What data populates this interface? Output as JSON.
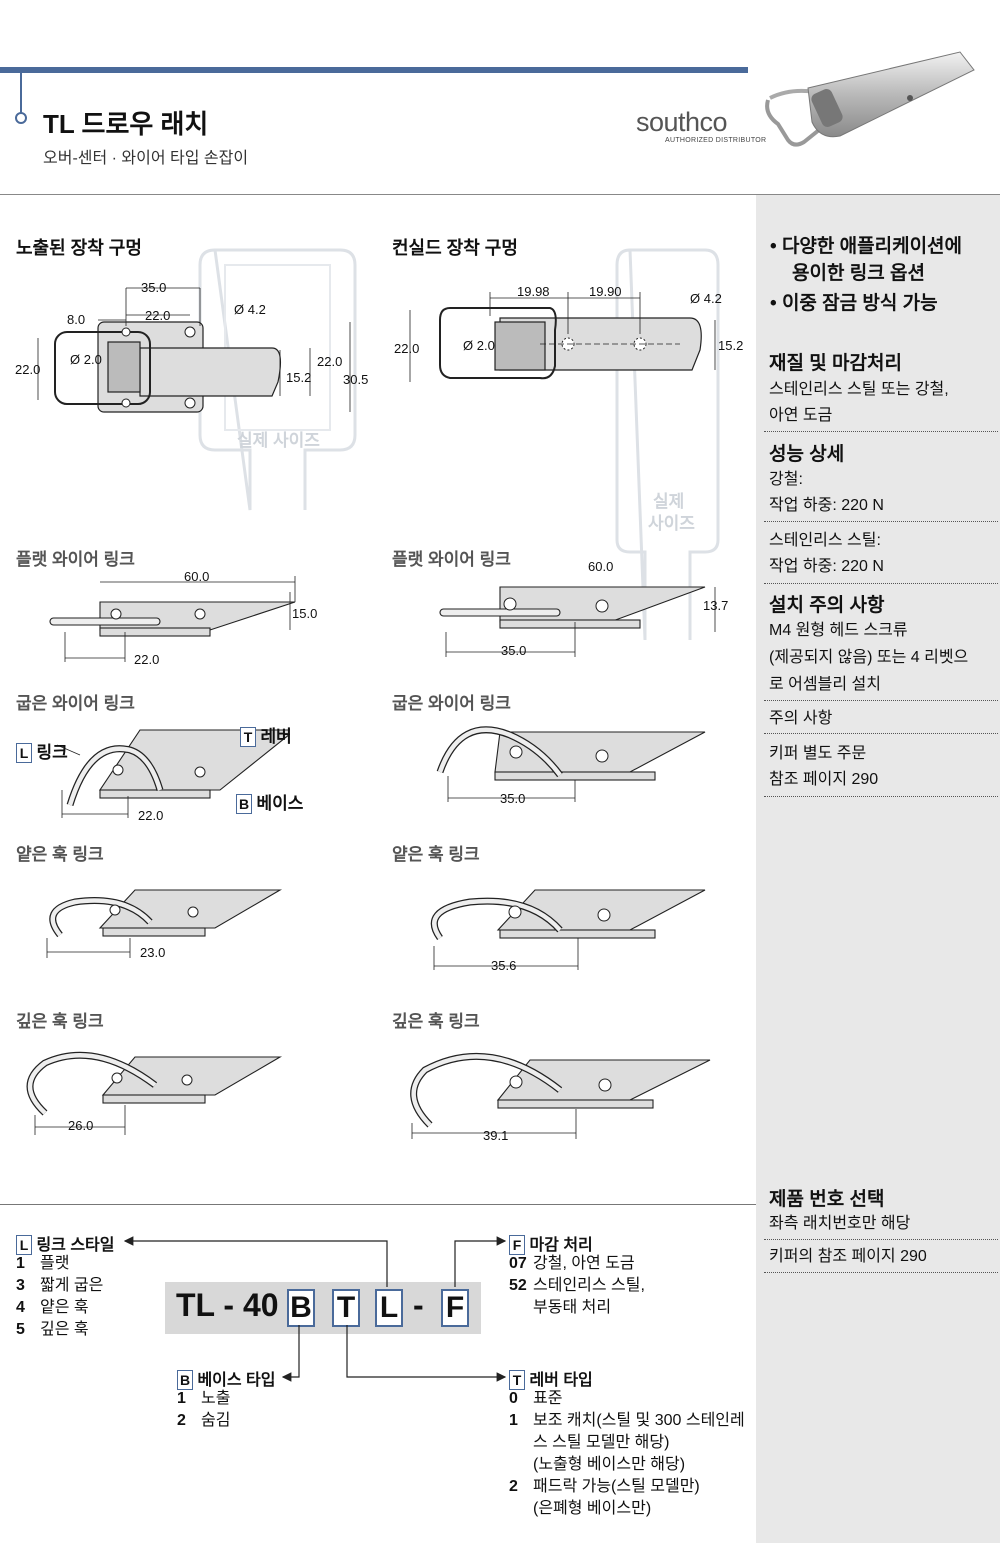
{
  "header": {
    "title": "TL 드로우 래치",
    "subtitle": "오버-센터 · 와이어 타입 손잡이",
    "logo": "southco",
    "logo_sub": "AUTHORIZED DISTRIBUTOR"
  },
  "mounting": {
    "exposed_title": "노출된 장착 구멍",
    "concealed_title": "컨실드 장착 구멍",
    "watermark_exposed": "실제 사이즈",
    "watermark_concealed_1": "실제",
    "watermark_concealed_2": "사이즈",
    "exposed_dims": {
      "d35": "35.0",
      "d8": "8.0",
      "d22a": "22.0",
      "hole42": "Ø 4.2",
      "hole20": "Ø 2.0",
      "d22l": "22.0",
      "d22r": "22.0",
      "d152": "15.2",
      "d305": "30.5"
    },
    "concealed_dims": {
      "d1998": "19.98",
      "d1990": "19.90",
      "hole42": "Ø 4.2",
      "d22": "22.0",
      "hole20": "Ø 2.0",
      "d152": "15.2"
    }
  },
  "links": {
    "flat_title_left": "플랫 와이어 링크",
    "flat_title_right": "플랫 와이어 링크",
    "flat_left": {
      "len": "60.0",
      "h": "15.0",
      "base": "22.0"
    },
    "flat_right": {
      "len": "60.0",
      "h": "13.7",
      "base": "35.0"
    },
    "bent_title_left": "굽은 와이어 링크",
    "bent_title_right": "굽은 와이어 링크",
    "bent_left": {
      "base": "22.0"
    },
    "bent_right": {
      "base": "35.0"
    },
    "labels": {
      "L": "L",
      "link": "링크",
      "T": "T",
      "lever": "레버",
      "B": "B",
      "base": "베이스"
    },
    "shallow_title_left": "얕은 훅 링크",
    "shallow_title_right": "얕은 훅 링크",
    "shallow_left": {
      "base": "23.0"
    },
    "shallow_right": {
      "base": "35.6"
    },
    "deep_title_left": "깊은 훅 링크",
    "deep_title_right": "깊은 훅 링크",
    "deep_left": {
      "base": "26.0"
    },
    "deep_right": {
      "base": "39.1"
    }
  },
  "sidebar": {
    "bullets": [
      "다양한 애플리케이션에",
      "용이한 링크 옵션",
      "이중 잠금 방식 가능"
    ],
    "material_head": "재질 및 마감처리",
    "material_1": "스테인리스 스틸 또는 강철,",
    "material_2": "아연 도금",
    "perf_head": "성능 상세",
    "perf_steel": "강철:",
    "perf_steel_load": "작업 하중: 220 N",
    "perf_ss": "스테인리스 스틸:",
    "perf_ss_load": "작업 하중: 220 N",
    "install_head": "설치 주의 사항",
    "install_1": "M4 원형 헤드 스크류",
    "install_2": "(제공되지 않음) 또는 4 리벳으",
    "install_3": "로 어셈블리 설치",
    "note_head": "주의 사항",
    "note_1": "키퍼 별도 주문",
    "note_2": "참조 페이지 290",
    "select_head": "제품 번호 선택",
    "select_1": "좌측 래치번호만 해당",
    "select_2": "키퍼의 참조 페이지 290"
  },
  "part_number": {
    "prefix": "TL - 40 -",
    "dash": "-",
    "codes": [
      "B",
      "T",
      "L",
      "F"
    ],
    "link_style": {
      "tag": "L",
      "title": "링크 스타일",
      "options": [
        [
          "1",
          "플랫"
        ],
        [
          "3",
          "짧게 굽은"
        ],
        [
          "4",
          "얕은 훅"
        ],
        [
          "5",
          "깊은 훅"
        ]
      ]
    },
    "finish": {
      "tag": "F",
      "title": "마감 처리",
      "options": [
        [
          "07",
          "강철, 아연 도금"
        ],
        [
          "52",
          "스테인리스 스틸,"
        ],
        [
          "",
          "부동태 처리"
        ]
      ]
    },
    "base_type": {
      "tag": "B",
      "title": "베이스 타입",
      "options": [
        [
          "1",
          "노출"
        ],
        [
          "2",
          "숨김"
        ]
      ]
    },
    "lever_type": {
      "tag": "T",
      "title": "레버 타입",
      "options": [
        [
          "0",
          "표준"
        ],
        [
          "1",
          "보조 캐치(스틸 및 300 스테인레"
        ],
        [
          "",
          "스 스틸 모델만 해당)"
        ],
        [
          "",
          "(노출형 베이스만 해당)"
        ],
        [
          "2",
          "패드락 가능(스틸 모델만)"
        ],
        [
          "",
          "(은폐형 베이스만)"
        ]
      ]
    }
  },
  "colors": {
    "accent": "#4a6a9a",
    "sidebar": "#e8e8e8",
    "part_fill": "#d8d8d8"
  }
}
